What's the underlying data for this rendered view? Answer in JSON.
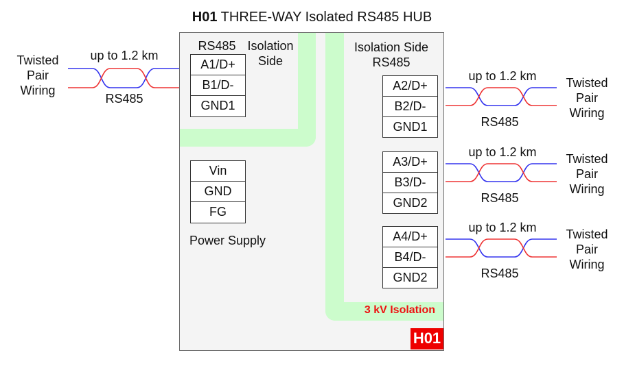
{
  "title": {
    "bold": "H01",
    "rest": " THREE-WAY Isolated RS485 HUB"
  },
  "colors": {
    "wire_a": "#3333ee",
    "wire_b": "#ee3333",
    "isolation_band": "#ccfccc",
    "badge": "#ee0000",
    "isolation_text": "#ee1111"
  },
  "left_port": {
    "section_label": "RS485",
    "isolation_label": [
      "Isolation",
      "Side"
    ],
    "terminals": [
      "A1/D+",
      "B1/D-",
      "GND1"
    ],
    "cable": {
      "distance": "up to 1.2 km",
      "protocol": "RS485",
      "type": [
        "Twisted",
        "Pair",
        "Wiring"
      ]
    }
  },
  "right_section": {
    "label": [
      "Isolation Side",
      "RS485"
    ]
  },
  "right_ports": [
    {
      "terminals": [
        "A2/D+",
        "B2/D-",
        "GND1"
      ],
      "cable": {
        "distance": "up to 1.2 km",
        "protocol": "RS485",
        "type": [
          "Twisted",
          "Pair",
          "Wiring"
        ]
      }
    },
    {
      "terminals": [
        "A3/D+",
        "B3/D-",
        "GND2"
      ],
      "cable": {
        "distance": "up to 1.2 km",
        "protocol": "RS485",
        "type": [
          "Twisted",
          "Pair",
          "Wiring"
        ]
      }
    },
    {
      "terminals": [
        "A4/D+",
        "B4/D-",
        "GND2"
      ],
      "cable": {
        "distance": "up to 1.2 km",
        "protocol": "RS485",
        "type": [
          "Twisted",
          "Pair",
          "Wiring"
        ]
      }
    }
  ],
  "power": {
    "terminals": [
      "Vin",
      "GND",
      "FG"
    ],
    "label": "Power Supply"
  },
  "isolation_label": "3 kV Isolation",
  "badge": "H01"
}
